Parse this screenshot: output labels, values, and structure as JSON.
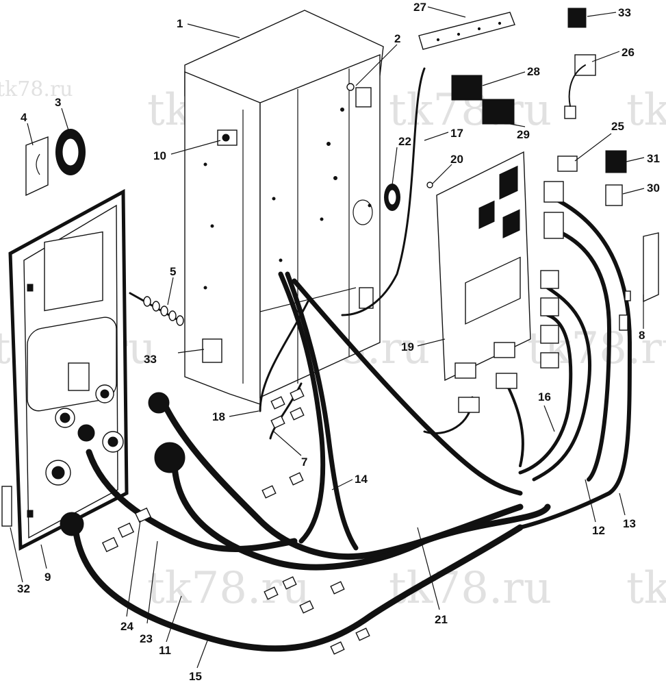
{
  "watermark": "tk78.ru",
  "callouts": [
    {
      "id": "c1",
      "label": "1"
    },
    {
      "id": "c2",
      "label": "2"
    },
    {
      "id": "c3",
      "label": "3"
    },
    {
      "id": "c4",
      "label": "4"
    },
    {
      "id": "c5",
      "label": "5"
    },
    {
      "id": "c7",
      "label": "7"
    },
    {
      "id": "c8",
      "label": "8"
    },
    {
      "id": "c9",
      "label": "9"
    },
    {
      "id": "c10",
      "label": "10"
    },
    {
      "id": "c11",
      "label": "11"
    },
    {
      "id": "c12",
      "label": "12"
    },
    {
      "id": "c13",
      "label": "13"
    },
    {
      "id": "c14",
      "label": "14"
    },
    {
      "id": "c15",
      "label": "15"
    },
    {
      "id": "c16",
      "label": "16"
    },
    {
      "id": "c17",
      "label": "17"
    },
    {
      "id": "c18",
      "label": "18"
    },
    {
      "id": "c19",
      "label": "19"
    },
    {
      "id": "c20",
      "label": "20"
    },
    {
      "id": "c21",
      "label": "21"
    },
    {
      "id": "c22",
      "label": "22"
    },
    {
      "id": "c23",
      "label": "23"
    },
    {
      "id": "c24",
      "label": "24"
    },
    {
      "id": "c25",
      "label": "25"
    },
    {
      "id": "c26",
      "label": "26"
    },
    {
      "id": "c27",
      "label": "27"
    },
    {
      "id": "c28",
      "label": "28"
    },
    {
      "id": "c29",
      "label": "29"
    },
    {
      "id": "c30",
      "label": "30"
    },
    {
      "id": "c31",
      "label": "31"
    },
    {
      "id": "c32",
      "label": "32"
    },
    {
      "id": "c33a",
      "label": "33"
    },
    {
      "id": "c33b",
      "label": "33"
    }
  ]
}
